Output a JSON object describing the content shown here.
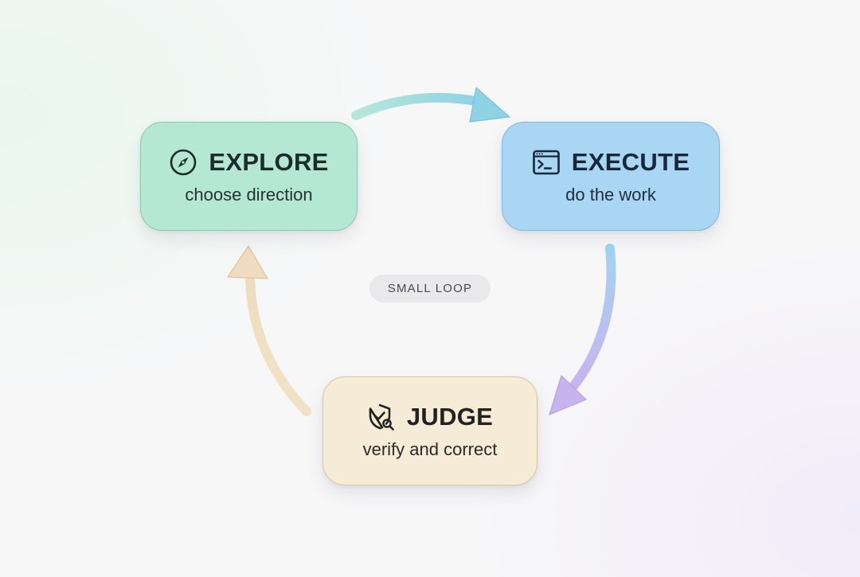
{
  "diagram": {
    "center_label": "SMALL LOOP",
    "nodes": [
      {
        "id": "explore",
        "title": "EXPLORE",
        "subtitle": "choose direction",
        "icon": "compass-icon",
        "fill": "#b5e8d3",
        "border": "#86c9ac"
      },
      {
        "id": "execute",
        "title": "EXECUTE",
        "subtitle": "do the work",
        "icon": "terminal-icon",
        "fill": "#a9d6f3",
        "border": "#7fb6dd"
      },
      {
        "id": "judge",
        "title": "JUDGE",
        "subtitle": "verify and correct",
        "icon": "shield-search-icon",
        "fill": "#f6ebd6",
        "border": "#dcc59a"
      }
    ],
    "edges": [
      {
        "from": "explore",
        "to": "execute",
        "colors": [
          "#b6e6da",
          "#8ed2e6"
        ]
      },
      {
        "from": "execute",
        "to": "judge",
        "colors": [
          "#a4d2f1",
          "#c7b4ee"
        ]
      },
      {
        "from": "judge",
        "to": "explore",
        "colors": [
          "#f1e3c7",
          "#efdcc0"
        ]
      }
    ]
  }
}
